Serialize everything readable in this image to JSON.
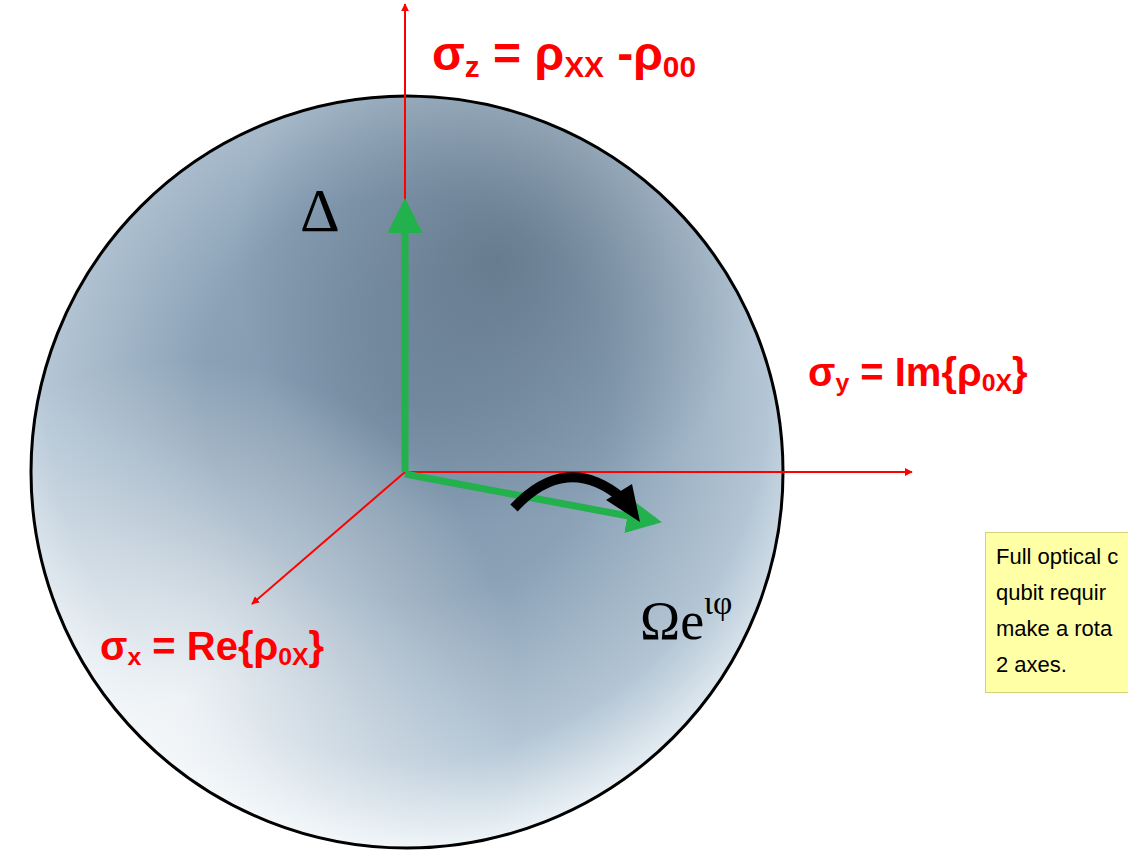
{
  "diagram": {
    "nodes": [
      {
        "text": [
          "Full optical c qubit requir make a rota 2 axes."
        ]
      }
    ],
    "labels": [
      "σz = ρXX -ρ00",
      "Δ",
      "σy = Im{ρ0X}",
      "Ωeιφ",
      "σx = Re{ρ0X}"
    ]
  }
}
